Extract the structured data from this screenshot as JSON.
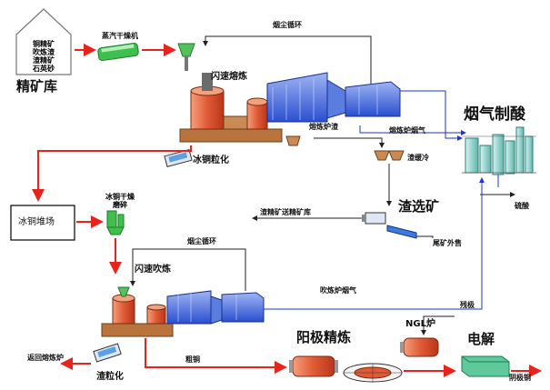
{
  "labels": {
    "raw_materials": [
      "铜精矿",
      "吹炼渣",
      "渣精矿",
      "石英砂"
    ],
    "concentrate_store": "精矿库",
    "steam_dryer": "蒸汽干燥机",
    "dust_cycle_top": "烟尘循环",
    "flash_smelting": "闪速熔炼",
    "smelting_slag": "熔炼炉渣",
    "smelting_flue_gas": "熔炼炉烟气",
    "acid_plant": "烟气制酸",
    "sulfuric_acid": "硫酸",
    "slag_cooling": "渣缓冷",
    "water_granulation": "冰铜粒化",
    "matte_yard": "冰铜堆场",
    "matte_dry_grind": [
      "冰铜干燥",
      "磨碎"
    ],
    "slag_concentrate_return": "渣精矿送精矿库",
    "slag_flotation": "渣选矿",
    "tailings_sale": "尾矿外售",
    "dust_cycle_mid": "烟尘循环",
    "flash_converting": "闪速吹炼",
    "converting_flue_gas": "吹炼炉烟气",
    "anode_scrap": "残极",
    "ngl_furnace": "NGL炉",
    "anode_refining": "阳极精炼",
    "electrolysis": "电解",
    "blister_copper": "粗铜",
    "return_to_smelter": "返回熔炼炉",
    "slag_granulation": "渣粒化",
    "cathode_copper": "阴极铜"
  },
  "colors": {
    "flow_red": "#e8231c",
    "flow_black": "#222222",
    "gas_blue": "#1f33d6",
    "boiler_blue": "#3a63d8",
    "furnace_red": "#e05a35",
    "base_brown": "#b8743c",
    "dryer_green": "#3fbf4c",
    "acid_plant_teal": "#8fd3cf",
    "electrolysis_green": "#5ec99a"
  }
}
